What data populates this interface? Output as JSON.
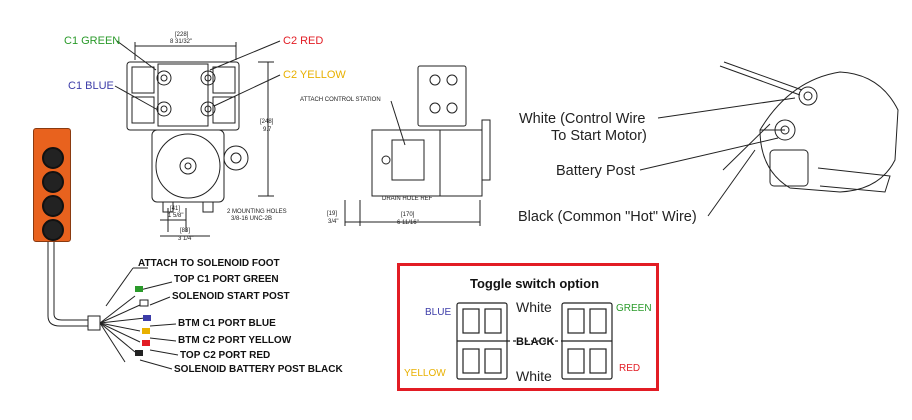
{
  "front_view": {
    "c1_green": "C1 GREEN",
    "c2_red": "C2 RED",
    "c1_blue": "C1 BLUE",
    "c2_yellow": "C2 YELLOW",
    "dim_width_mm": "[228]",
    "dim_width_in": "8 31/32\"",
    "dim_height_mm": "[248]",
    "dim_height_in": "9.7",
    "dim_a_mm": "[41]",
    "dim_a_in": "1 5/8\"",
    "dim_b_mm": "[83]",
    "dim_b_in": "3 1/4\"",
    "mounting_holes_line1": "2 MOUNTING HOLES",
    "mounting_holes_line2": "3/8-16 UNC-2B"
  },
  "side_view": {
    "attach_control_station": "ATTACH CONTROL STATION",
    "drain_hole_ref": "DRAIN HOLE REF",
    "dim_c_mm": "[19]",
    "dim_c_in": "3/4\"",
    "dim_d_mm": "[170]",
    "dim_d_in": "6 11/16\""
  },
  "solenoid": {
    "white_line1": "White (Control Wire",
    "white_line2": "To Start Motor)",
    "battery_post": "Battery Post",
    "black_common": "Black (Common \"Hot\" Wire)"
  },
  "pendant": {
    "attach_foot": "ATTACH TO SOLENOID FOOT",
    "top_c1": "TOP C1 PORT GREEN",
    "start_post": "SOLENOID START POST",
    "btm_c1": "BTM C1 PORT BLUE",
    "btm_c2": "BTM C2 PORT YELLOW",
    "top_c2": "TOP C2 PORT RED",
    "battery_black": "SOLENOID BATTERY POST BLACK"
  },
  "toggle": {
    "title": "Toggle switch option",
    "blue": "BLUE",
    "green": "GREEN",
    "white_top": "White",
    "black": "BLACK",
    "yellow": "YELLOW",
    "white_bottom": "White",
    "red": "RED"
  },
  "colors": {
    "green": "#2a9a2a",
    "red": "#e21c24",
    "blue": "#3c3ca8",
    "yellow": "#e8b000",
    "pendant_orange": "#e8621e"
  }
}
